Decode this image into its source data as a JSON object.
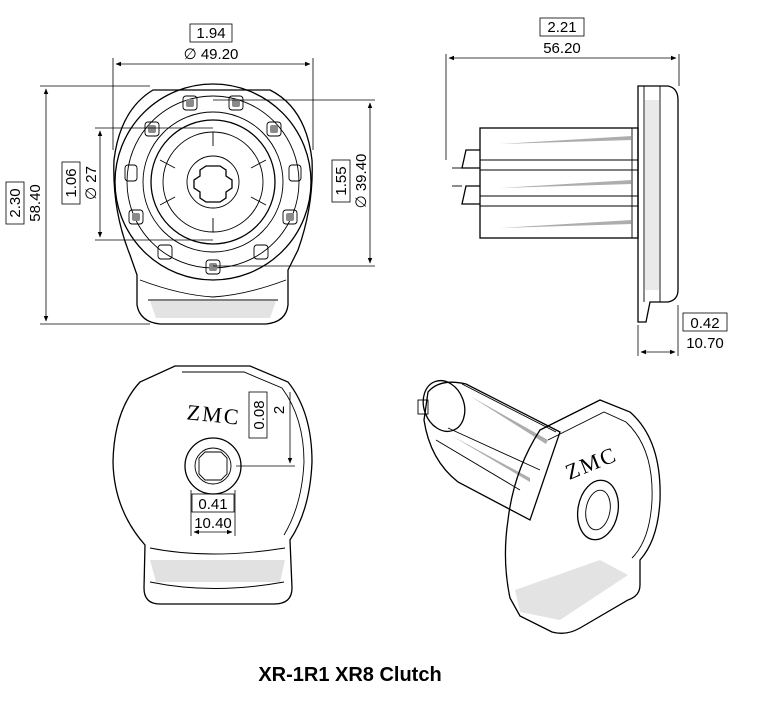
{
  "drawing": {
    "title": "XR-1R1 XR8 Clutch",
    "logo_text": "ZMC",
    "front_view": {
      "overall_width_in": "1.94",
      "overall_width_mm": "∅ 49.20",
      "overall_height_in": "2.30",
      "overall_height_mm": "58.40",
      "inner_dia_in": "1.06",
      "inner_dia_mm": "∅ 27",
      "outer_dia_in": "1.55",
      "outer_dia_mm": "∅ 39.40"
    },
    "side_view": {
      "length_in": "2.21",
      "length_mm": "56.20",
      "flange_in": "0.42",
      "flange_mm": "10.70"
    },
    "back_view": {
      "offset_in": "0.08",
      "offset_mm": "2",
      "bore_in": "0.41",
      "bore_mm": "10.40"
    }
  }
}
